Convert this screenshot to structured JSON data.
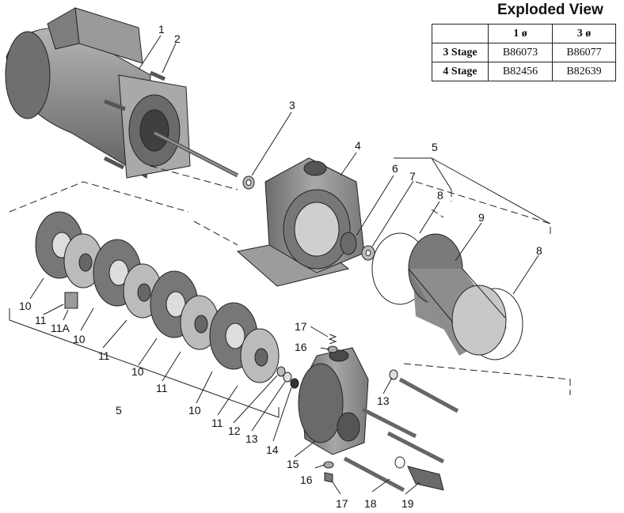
{
  "heading": "Exploded View",
  "table": {
    "columns": [
      "",
      "1 ø",
      "3 ø"
    ],
    "rows": [
      {
        "label": "3 Stage",
        "one_phase": "B86073",
        "three_phase": "B86077"
      },
      {
        "label": "4 Stage",
        "one_phase": "B82456",
        "three_phase": "B82639"
      }
    ]
  },
  "callouts": {
    "c1": "1",
    "c2": "2",
    "c3": "3",
    "c4": "4",
    "c5a": "5",
    "c5b": "5",
    "c6": "6",
    "c7": "7",
    "c8a": "8",
    "c8b": "8",
    "c9": "9",
    "c10a": "10",
    "c10b": "10",
    "c10c": "10",
    "c10d": "10",
    "c11a": "11",
    "c11b": "11",
    "c11c": "11",
    "c11d": "11",
    "c11A": "11A",
    "c12": "12",
    "c13a": "13",
    "c13b": "13",
    "c14": "14",
    "c15": "15",
    "c16a": "16",
    "c16b": "16",
    "c17a": "17",
    "c17b": "17",
    "c18": "18",
    "c19": "19"
  },
  "colors": {
    "part_fill": "#8f8f8f",
    "part_dark": "#5a5a5a",
    "part_light": "#c9c9c9",
    "line": "#222222"
  }
}
